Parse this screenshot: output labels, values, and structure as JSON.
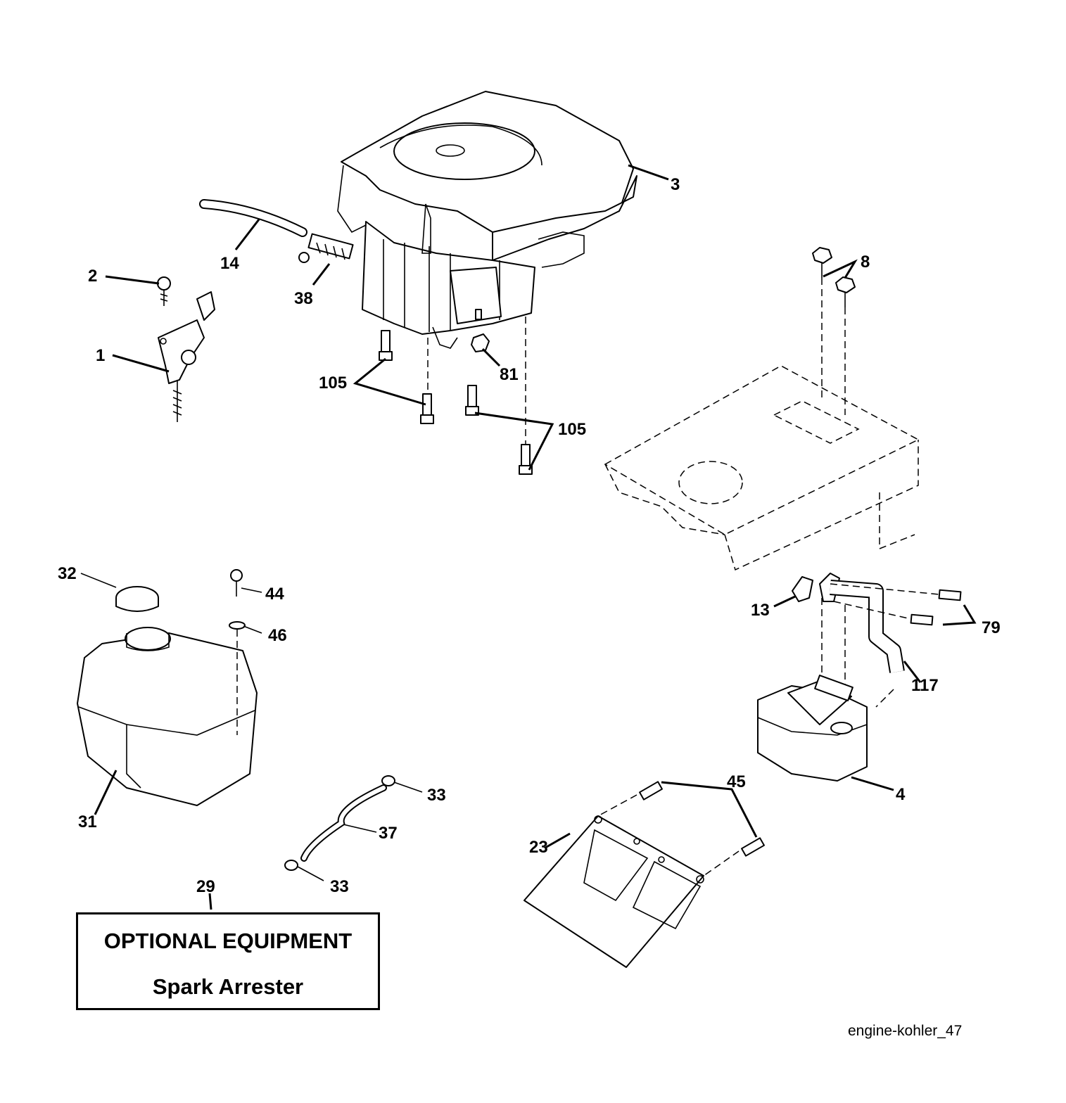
{
  "callouts": {
    "c1": "1",
    "c2": "2",
    "c3": "3",
    "c4": "4",
    "c8": "8",
    "c13": "13",
    "c14": "14",
    "c23": "23",
    "c29": "29",
    "c31": "31",
    "c32": "32",
    "c33a": "33",
    "c33b": "33",
    "c37": "37",
    "c38": "38",
    "c44": "44",
    "c45": "45",
    "c46": "46",
    "c79": "79",
    "c81": "81",
    "c105a": "105",
    "c105b": "105",
    "c117": "117"
  },
  "optional_box": {
    "title": "OPTIONAL EQUIPMENT",
    "subtitle": "Spark Arrester"
  },
  "figure_id": "engine-kohler_47"
}
